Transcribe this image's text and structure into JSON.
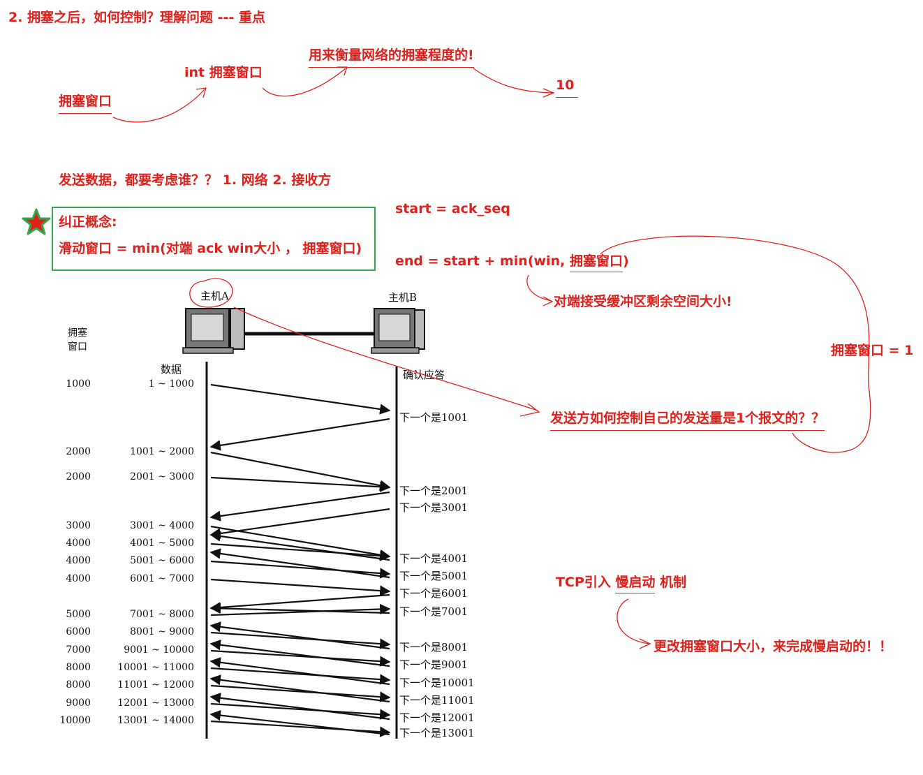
{
  "colors": {
    "annotation": "#e0201b",
    "box_border": "#2ea84a",
    "star_fill": "#e0201b",
    "star_outline": "#2ea84a",
    "diagram_ink": "#111111"
  },
  "heading": "2. 拥塞之后，如何控制？理解问题 --- 重点",
  "concept_map": {
    "cwnd": "拥塞窗口",
    "int_cwnd": "int 拥塞窗口",
    "purpose": "用来衡量网络的拥塞程度的!",
    "value": "10"
  },
  "question": "发送数据，都要考虑谁？？ 1. 网络 2. 接收方",
  "correction": {
    "title": "纠正概念:",
    "formula": "滑动窗口 = min(对端 ack win大小 ， 拥塞窗口)"
  },
  "equations": {
    "start": "start = ack_seq",
    "end_prefix": "end = start + min(win, ",
    "end_cwnd": "拥塞窗口",
    "end_suffix": ")"
  },
  "notes": {
    "win_meaning": "对端接受缓冲区剩余空间大小!",
    "cwnd_one": "拥塞窗口 = 1",
    "sender_question": "发送方如何控制自己的发送量是1个报文的？？",
    "tcp_slow_start_prefix": "TCP引入 ",
    "tcp_slow_start_term": "慢启动",
    "tcp_slow_start_suffix": " 机制",
    "change_cwnd": "更改拥塞窗口大小，来完成慢启动的！！"
  },
  "diagram": {
    "host_a": "主机A",
    "host_b": "主机B",
    "cwnd_label_line1": "拥塞",
    "cwnd_label_line2": "窗口",
    "data_label": "数据",
    "ack_label": "确认应答",
    "rows": [
      {
        "cwnd": "1000",
        "data": "1 ~ 1000"
      },
      {
        "cwnd": "2000",
        "data": "1001 ~ 2000"
      },
      {
        "cwnd": "2000",
        "data": "2001 ~ 3000"
      },
      {
        "cwnd": "3000",
        "data": "3001 ~ 4000"
      },
      {
        "cwnd": "4000",
        "data": "4001 ~ 5000"
      },
      {
        "cwnd": "4000",
        "data": "5001 ~ 6000"
      },
      {
        "cwnd": "4000",
        "data": "6001 ~ 7000"
      },
      {
        "cwnd": "5000",
        "data": "7001 ~ 8000"
      },
      {
        "cwnd": "6000",
        "data": "8001 ~ 9000"
      },
      {
        "cwnd": "7000",
        "data": "9001 ~ 10000"
      },
      {
        "cwnd": "8000",
        "data": "10001 ~ 11000"
      },
      {
        "cwnd": "8000",
        "data": "11001 ~ 12000"
      },
      {
        "cwnd": "9000",
        "data": "12001 ~ 13000"
      },
      {
        "cwnd": "10000",
        "data": "13001 ~ 14000"
      }
    ],
    "acks": [
      "下一个是1001",
      "下一个是2001",
      "下一个是3001",
      "下一个是4001",
      "下一个是5001",
      "下一个是6001",
      "下一个是7001",
      "下一个是8001",
      "下一个是9001",
      "下一个是10001",
      "下一个是11001",
      "下一个是12001",
      "下一个是13001"
    ]
  }
}
